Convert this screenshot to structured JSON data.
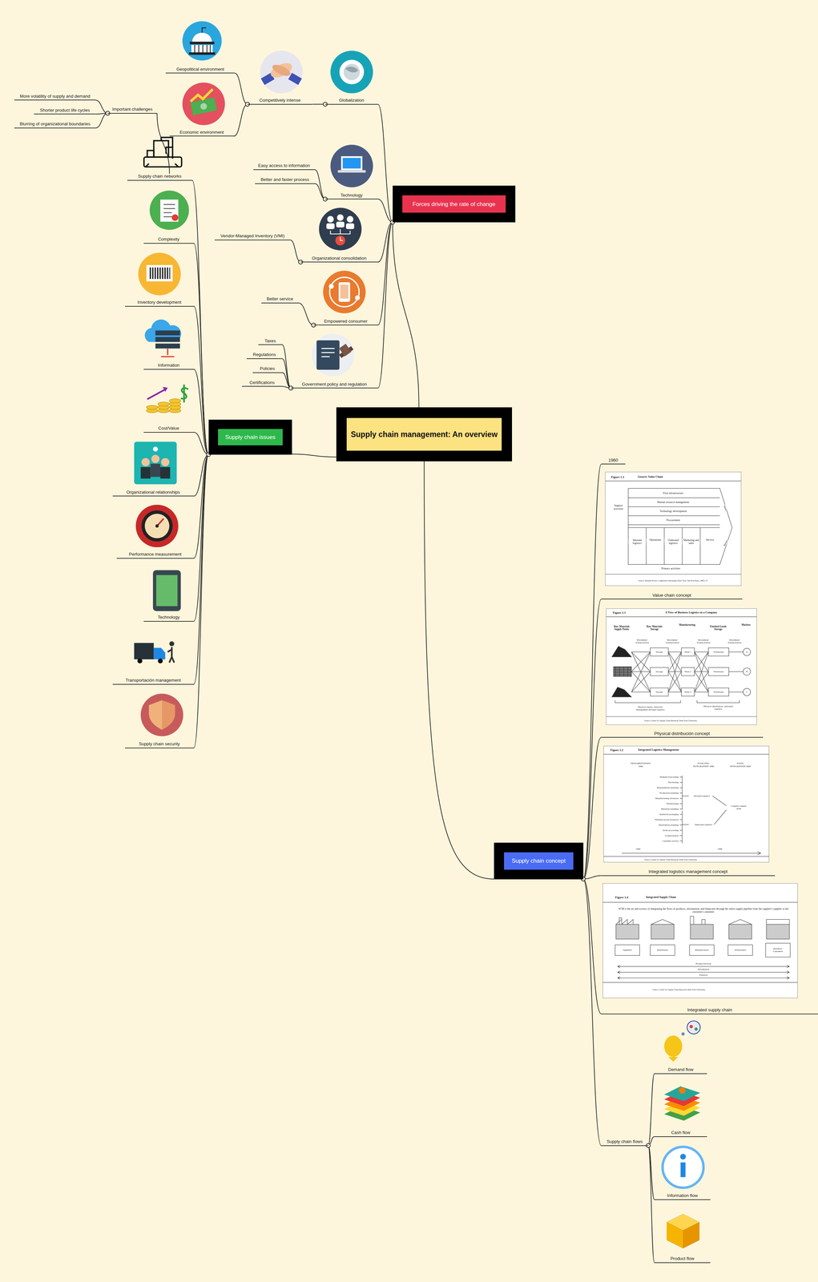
{
  "diagram": {
    "nodes": [
      {
        "text": [
          "Supply chain management: An overview"
        ]
      },
      {
        "text": [
          "Forces driving the rate of change"
        ]
      },
      {
        "text": [
          "Globalization"
        ]
      },
      {
        "text": [
          "Competitively intense"
        ]
      },
      {
        "text": [
          "Geopolitical environment"
        ]
      },
      {
        "text": [
          "Economic environment"
        ]
      },
      {
        "text": [
          "Technology"
        ]
      },
      {
        "text": [
          "Easy access to information"
        ]
      },
      {
        "text": [
          "Better and faster process"
        ]
      },
      {
        "text": [
          "Organizational consolidation"
        ]
      },
      {
        "text": [
          "Vendor-Managed Inventory (VMI)"
        ]
      },
      {
        "text": [
          "Empowered consumer"
        ]
      },
      {
        "text": [
          "Better service"
        ]
      },
      {
        "text": [
          "Government policy and regulation"
        ]
      },
      {
        "text": [
          "Taxes"
        ]
      },
      {
        "text": [
          "Regulations"
        ]
      },
      {
        "text": [
          "Policies"
        ]
      },
      {
        "text": [
          "Certifications"
        ]
      },
      {
        "text": [
          "Supply chain issues"
        ]
      },
      {
        "text": [
          "Supply chain networks"
        ]
      },
      {
        "text": [
          "Important challenges"
        ]
      },
      {
        "text": [
          "More volatility of supply and demand"
        ]
      },
      {
        "text": [
          "Shorter product life cycles"
        ]
      },
      {
        "text": [
          "Blurring of organizational boundaries"
        ]
      },
      {
        "text": [
          "Complexity"
        ]
      },
      {
        "text": [
          "Inventory development"
        ]
      },
      {
        "text": [
          "Information"
        ]
      },
      {
        "text": [
          "Cost/Value"
        ]
      },
      {
        "text": [
          "Organizational relationships"
        ]
      },
      {
        "text": [
          "Performance measurement"
        ]
      },
      {
        "text": [
          "Technology"
        ]
      },
      {
        "text": [
          "Transportación management"
        ]
      },
      {
        "text": [
          "Supply chain security"
        ]
      },
      {
        "text": [
          "Supply chain concept"
        ]
      },
      {
        "text": [
          "1960"
        ]
      },
      {
        "text": [
          "Value chain concept"
        ]
      },
      {
        "text": [
          "Physical distribución concept"
        ]
      },
      {
        "text": [
          "Integrated logistics management concept"
        ]
      },
      {
        "text": [
          "Integrated supply chain"
        ]
      },
      {
        "text": [
          "Supply chain flows"
        ]
      },
      {
        "text": [
          "Demand flow"
        ]
      },
      {
        "text": [
          "Cash flow"
        ]
      },
      {
        "text": [
          "Information flow"
        ]
      },
      {
        "text": [
          "Product flow"
        ]
      }
    ],
    "edges": [
      {
        "from": 0,
        "to": 1,
        "arrow": "none"
      },
      {
        "from": 1,
        "to": 2,
        "arrow": "none"
      },
      {
        "from": 2,
        "to": 3,
        "arrow": "none"
      },
      {
        "from": 3,
        "to": 4,
        "arrow": "none"
      },
      {
        "from": 3,
        "to": 5,
        "arrow": "none"
      },
      {
        "from": 1,
        "to": 6,
        "arrow": "none"
      },
      {
        "from": 6,
        "to": 7,
        "arrow": "none"
      },
      {
        "from": 6,
        "to": 8,
        "arrow": "none"
      },
      {
        "from": 1,
        "to": 9,
        "arrow": "none"
      },
      {
        "from": 9,
        "to": 10,
        "arrow": "none"
      },
      {
        "from": 1,
        "to": 11,
        "arrow": "none"
      },
      {
        "from": 11,
        "to": 12,
        "arrow": "none"
      },
      {
        "from": 1,
        "to": 13,
        "arrow": "none"
      },
      {
        "from": 13,
        "to": 14,
        "arrow": "none"
      },
      {
        "from": 13,
        "to": 15,
        "arrow": "none"
      },
      {
        "from": 13,
        "to": 16,
        "arrow": "none"
      },
      {
        "from": 13,
        "to": 17,
        "arrow": "none"
      },
      {
        "from": 0,
        "to": 18,
        "arrow": "none"
      },
      {
        "from": 18,
        "to": 19,
        "arrow": "none"
      },
      {
        "from": 19,
        "to": 20,
        "arrow": "none"
      },
      {
        "from": 20,
        "to": 21,
        "arrow": "none"
      },
      {
        "from": 20,
        "to": 22,
        "arrow": "none"
      },
      {
        "from": 20,
        "to": 23,
        "arrow": "none"
      },
      {
        "from": 18,
        "to": 24,
        "arrow": "none"
      },
      {
        "from": 18,
        "to": 25,
        "arrow": "none"
      },
      {
        "from": 18,
        "to": 26,
        "arrow": "none"
      },
      {
        "from": 18,
        "to": 27,
        "arrow": "none"
      },
      {
        "from": 18,
        "to": 28,
        "arrow": "none"
      },
      {
        "from": 18,
        "to": 29,
        "arrow": "none"
      },
      {
        "from": 18,
        "to": 30,
        "arrow": "none"
      },
      {
        "from": 18,
        "to": 31,
        "arrow": "none"
      },
      {
        "from": 18,
        "to": 32,
        "arrow": "none"
      },
      {
        "from": 0,
        "to": 33,
        "arrow": "none"
      },
      {
        "from": 33,
        "to": 34,
        "arrow": "none"
      },
      {
        "from": 33,
        "to": 35,
        "arrow": "none"
      },
      {
        "from": 33,
        "to": 36,
        "arrow": "none"
      },
      {
        "from": 33,
        "to": 37,
        "arrow": "none"
      },
      {
        "from": 33,
        "to": 38,
        "arrow": "none"
      },
      {
        "from": 33,
        "to": 39,
        "arrow": "none"
      },
      {
        "from": 39,
        "to": 40,
        "arrow": "none"
      },
      {
        "from": 39,
        "to": 41,
        "arrow": "none"
      },
      {
        "from": 39,
        "to": 42,
        "arrow": "none"
      },
      {
        "from": 39,
        "to": 43,
        "arrow": "none"
      }
    ],
    "labels": [
      "Figure 1.3",
      "Generic Value Chain",
      "Firm infrastructure",
      "Human resource management",
      "Technology development",
      "Procurement",
      "Support activities",
      "Inbound logistics",
      "Operations",
      "Outbound logistics",
      "Marketing and sales",
      "Service",
      "Margin",
      "Margin",
      "Primary activities",
      "Source: Michael Porter, Competitive Advantage (New York: The Free Press, 1985), 37.",
      "Figure 1.1",
      "A View of Business Logistics in a Company",
      "Raw Materials Supply Points",
      "Raw Materials Storage",
      "Manufacturing",
      "Finished Goods Storage",
      "Markets",
      "Movement/ Transportation",
      "Movement/ Transportation",
      "Movement/ Transportation",
      "Movement/ Transportation",
      "Storage",
      "Storage",
      "Storage",
      "Plant 1",
      "Plant 2",
      "Plant 3",
      "Warehouse",
      "Warehouse",
      "Warehouse",
      "A",
      "B",
      "C",
      "Physical supply: materials management inbound logistics",
      "Physical distribution: outbound logistics",
      "Source: Center for Supply Chain Research, Penn State University.",
      "Figure 1.2",
      "Integrated Logistics Management",
      "FRAGMENTATION 1960",
      "EVOLVING INTEGRATION 1980",
      "TOTAL INTEGRATION 2000",
      "Demand forecasting",
      "Purchasing",
      "Requirements planning",
      "Production planning",
      "Manufacturing inventory",
      "Warehousing",
      "Materials handling",
      "Industrial packaging",
      "Finished goods inventory",
      "Distribution planning",
      "Order processing",
      "Transportation",
      "Customer service",
      "Inbound logistics",
      "Outbound logistics",
      "Logistics supply chain",
      "1960",
      "1990",
      "Source: Center for Supply Chain Research, Penn State University.",
      "Figure 1.4",
      "Integrated Supply Chain",
      "SCM is the art and science of integrating the flows of products, information, and financials through the entire supply pipeline from the supplier's supplier to the customer's customer.",
      "Suppliers",
      "Distributors",
      "Manufacturers",
      "Wholesalers",
      "Retailers/ Customers",
      "Product/services",
      "Information",
      "Finances",
      "Source: Center for Supply Chain Research, Penn State University."
    ]
  }
}
